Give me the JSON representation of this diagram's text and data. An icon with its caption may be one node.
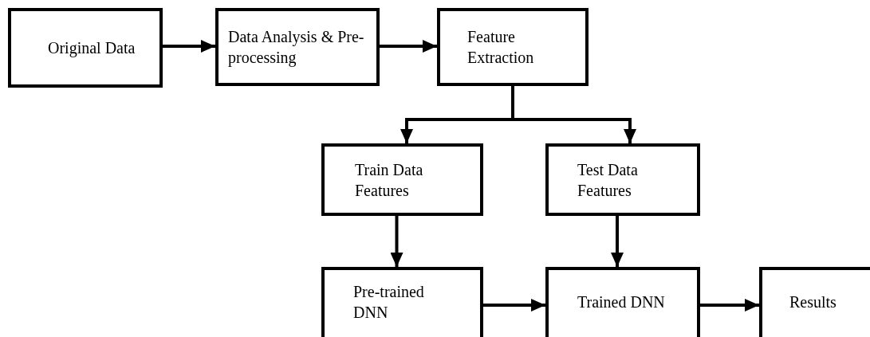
{
  "diagram": {
    "nodes": [
      {
        "text": [
          "Original Data"
        ]
      },
      {
        "text": [
          "Data Analysis & Pre-processing"
        ]
      },
      {
        "text": [
          "Feature Extraction"
        ]
      },
      {
        "text": [
          "Train Data Features"
        ]
      },
      {
        "text": [
          "Test Data Features"
        ]
      },
      {
        "text": [
          "Pre-trained DNN"
        ]
      },
      {
        "text": [
          "Trained DNN"
        ]
      },
      {
        "text": [
          "Results"
        ]
      }
    ],
    "edges": [
      {
        "from": 0,
        "to": 1,
        "arrow": "to"
      },
      {
        "from": 1,
        "to": 2,
        "arrow": "to"
      },
      {
        "from": 2,
        "to": 3,
        "arrow": "to"
      },
      {
        "from": 2,
        "to": 4,
        "arrow": "to"
      },
      {
        "from": 3,
        "to": 5,
        "arrow": "to"
      },
      {
        "from": 4,
        "to": 6,
        "arrow": "to"
      },
      {
        "from": 5,
        "to": 6,
        "arrow": "to"
      },
      {
        "from": 6,
        "to": 7,
        "arrow": "to"
      }
    ]
  }
}
